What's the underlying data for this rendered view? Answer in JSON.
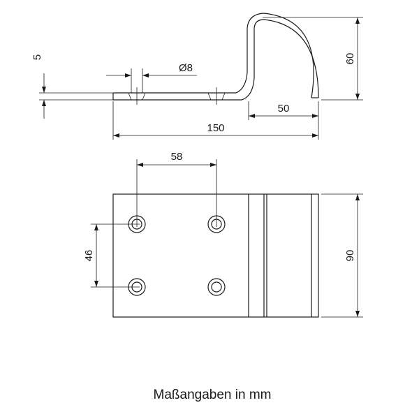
{
  "dimensions": {
    "thickness": "5",
    "hole_diameter": "Ø8",
    "height": "60",
    "hook_width": "50",
    "total_length": "150",
    "hole_spacing_x": "58",
    "hole_spacing_y": "46",
    "width": "90"
  },
  "caption": "Maßangaben in mm"
}
